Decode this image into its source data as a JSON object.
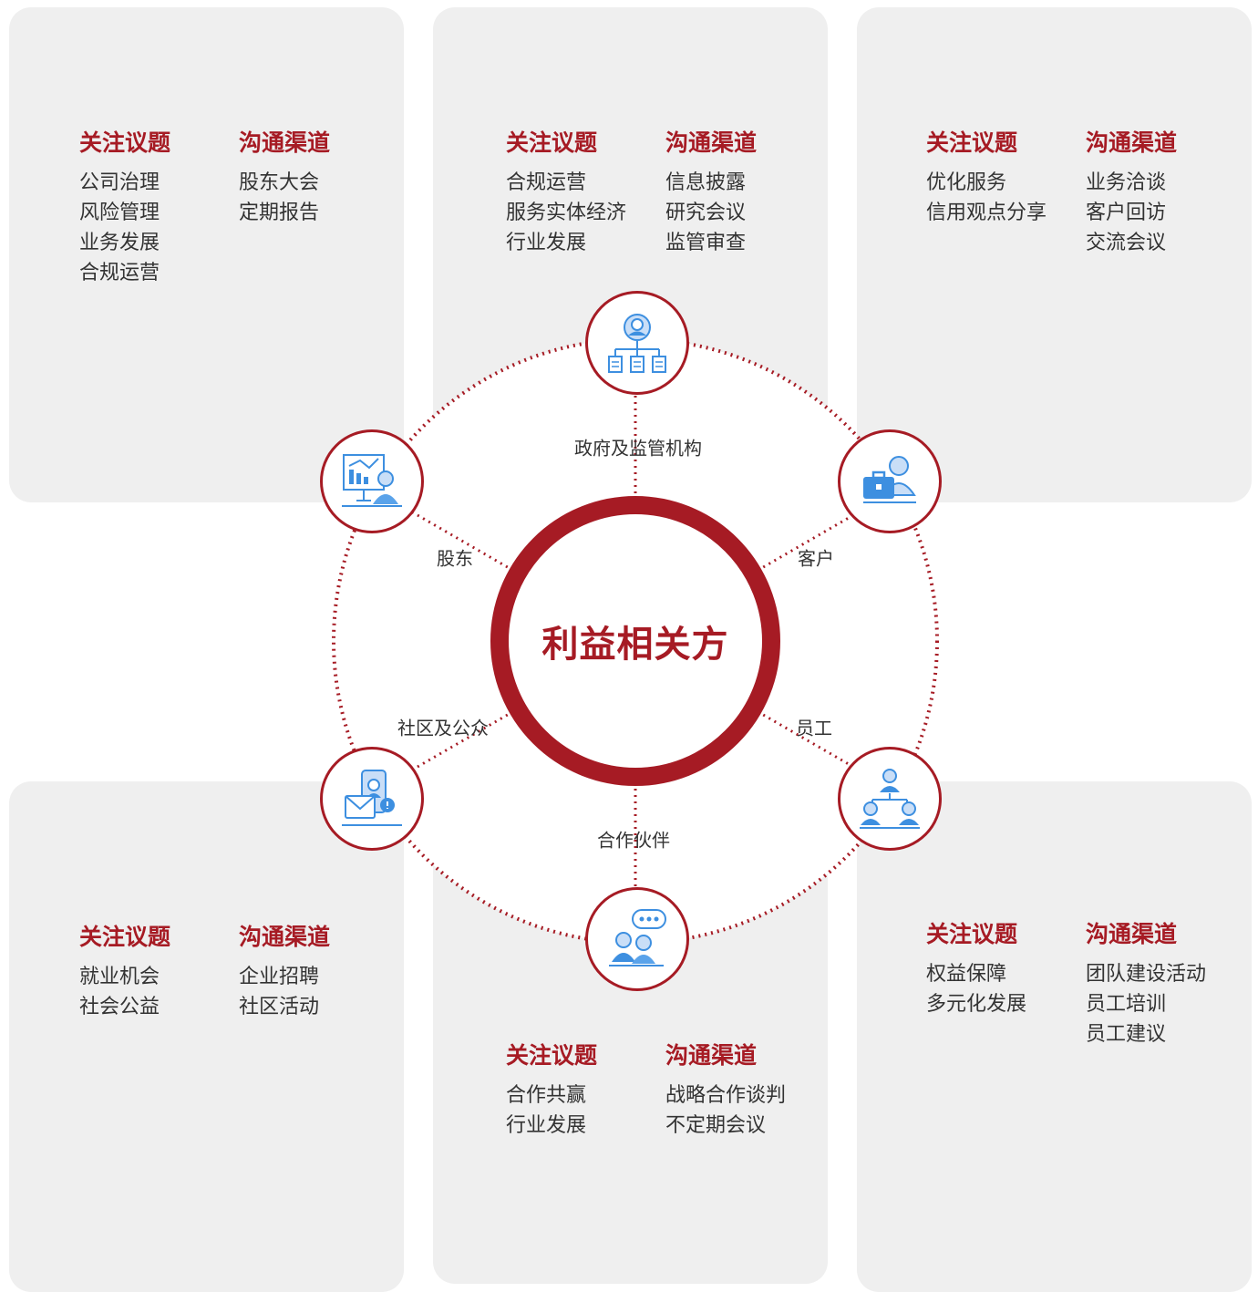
{
  "center": {
    "title": "利益相关方"
  },
  "headers": {
    "topics": "关注议题",
    "channels": "沟通渠道"
  },
  "stakeholders": [
    {
      "key": "government",
      "name": "政府及监管机构",
      "icon": "org-chart-icon",
      "topics": [
        "合规运营",
        "服务实体经济",
        "行业发展"
      ],
      "channels": [
        "信息披露",
        "研究会议",
        "监管审查"
      ]
    },
    {
      "key": "customer",
      "name": "客户",
      "icon": "briefcase-person-icon",
      "topics": [
        "优化服务",
        "信用观点分享"
      ],
      "channels": [
        "业务洽谈",
        "客户回访",
        "交流会议"
      ]
    },
    {
      "key": "employee",
      "name": "员工",
      "icon": "team-hierarchy-icon",
      "topics": [
        "权益保障",
        "多元化发展"
      ],
      "channels": [
        "团队建设活动",
        "员工培训",
        "员工建议"
      ]
    },
    {
      "key": "partner",
      "name": "合作伙伴",
      "icon": "chat-people-icon",
      "topics": [
        "合作共赢",
        "行业发展"
      ],
      "channels": [
        "战略合作谈判",
        "不定期会议"
      ]
    },
    {
      "key": "community",
      "name": "社区及公众",
      "icon": "phone-mail-icon",
      "topics": [
        "就业机会",
        "社会公益"
      ],
      "channels": [
        "企业招聘",
        "社区活动"
      ]
    },
    {
      "key": "shareholder",
      "name": "股东",
      "icon": "presentation-chart-icon",
      "topics": [
        "公司治理",
        "风险管理",
        "业务发展",
        "合规运营"
      ],
      "channels": [
        "股东大会",
        "定期报告"
      ]
    }
  ],
  "colors": {
    "accent": "#a61b24",
    "panel": "#efefef",
    "icon": "#3d8fe0",
    "iconLight": "#c9def7"
  }
}
